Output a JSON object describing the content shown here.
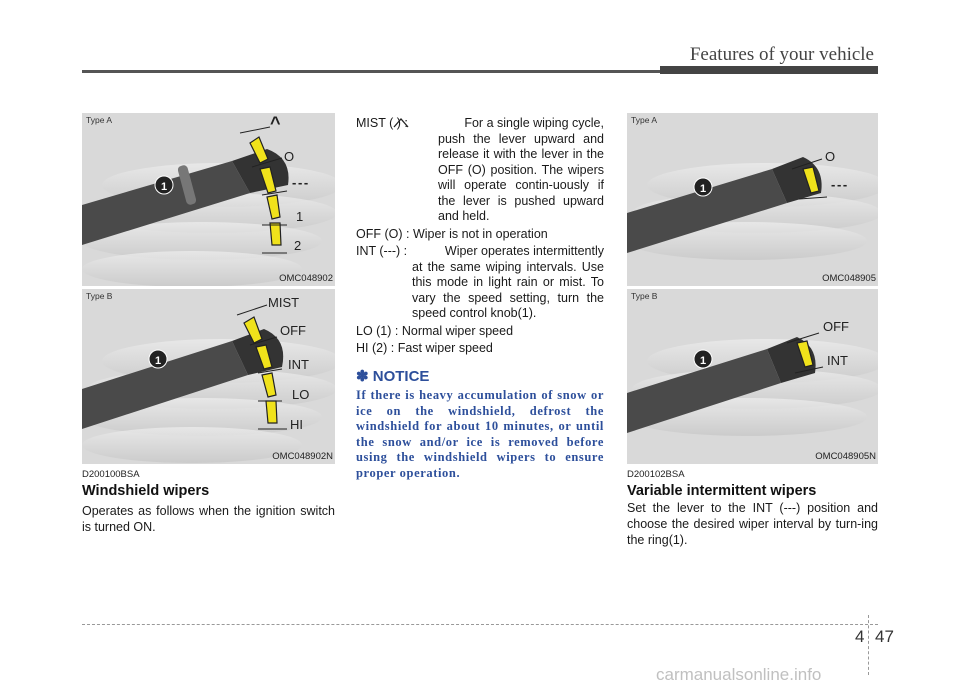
{
  "header": {
    "title": "Features of your vehicle"
  },
  "left": {
    "figA": {
      "type_label": "Type A",
      "code": "OMC048902",
      "labels": [
        "^",
        "O",
        "- - -",
        "1",
        "2"
      ]
    },
    "figB": {
      "type_label": "Type B",
      "code": "OMC048902N",
      "labels": [
        "MIST",
        "OFF",
        "INT",
        "LO",
        "HI"
      ]
    },
    "section_code": "D200100BSA",
    "section_title": "Windshield wipers",
    "section_body": "Operates as follows when the ignition switch is turned ON."
  },
  "middle": {
    "entries": [
      {
        "term": "MIST (      ) :",
        "desc_first": "For a single wiping cycle,",
        "desc_rest": "push the lever upward and release it with the lever in the OFF (O) position. The wipers will operate contin-uously if the lever is pushed upward and held."
      },
      {
        "term": "OFF (O) :",
        "desc_first": "Wiper is not in operation",
        "desc_rest": ""
      },
      {
        "term": "INT (---) :",
        "desc_first": "Wiper operates intermittently",
        "desc_rest": "at the same wiping intervals. Use this mode in light rain or mist. To vary the speed setting, turn the speed control knob(1)."
      },
      {
        "term": "LO (1) :",
        "desc_first": "Normal wiper speed",
        "desc_rest": ""
      },
      {
        "term": "HI (2) :",
        "desc_first": "Fast wiper speed",
        "desc_rest": ""
      }
    ],
    "notice_title": "✽ NOTICE",
    "notice_body": "If there is heavy accumulation of snow or ice on the windshield, defrost the windshield for about 10 minutes, or until the snow and/or ice is removed before using the windshield wipers to ensure proper operation."
  },
  "right": {
    "figA": {
      "type_label": "Type A",
      "code": "OMC048905",
      "labels": [
        "O",
        "- - -"
      ]
    },
    "figB": {
      "type_label": "Type B",
      "code": "OMC048905N",
      "labels": [
        "OFF",
        "INT"
      ]
    },
    "section_code": "D200102BSA",
    "section_title": "Variable intermittent wipers",
    "section_body": "Set the lever to the INT (---) position and choose the desired wiper interval by turn-ing the ring(1)."
  },
  "footer": {
    "chapter": "4",
    "page": "47",
    "watermark": "carmanualsonline.info"
  },
  "colors": {
    "notice": "#2d4f9b",
    "arrow_fill": "#f0e21b",
    "arrow_stroke": "#222222",
    "figure_bg": "#d9d9d9"
  }
}
